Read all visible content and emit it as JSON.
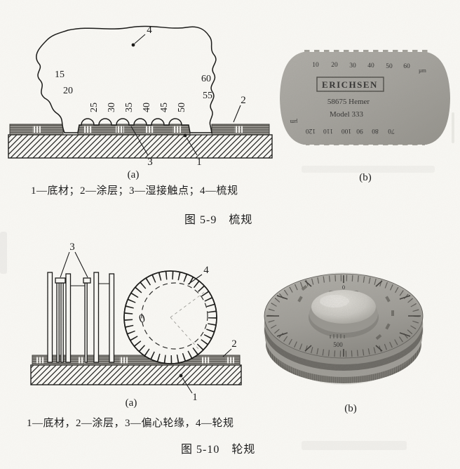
{
  "figure_5_9": {
    "panel_a_label": "(a)",
    "panel_b_label": "(b)",
    "caption": "1—底材；2—涂层；3—湿接触点；4—梳规",
    "title": "图 5-9　梳规",
    "diagram": {
      "callouts": [
        "1",
        "2",
        "3",
        "4"
      ],
      "left_scale": [
        "15",
        "20"
      ],
      "right_scale": [
        "60",
        "55"
      ],
      "teeth_scale": [
        "25",
        "30",
        "35",
        "40",
        "45",
        "50"
      ]
    },
    "photo": {
      "brand": "ERICHSEN",
      "model_line1": "58675 Hemer",
      "model_line2": "Model 333",
      "top_scale": [
        "10",
        "20",
        "30",
        "40",
        "50",
        "60"
      ],
      "top_unit": "µm",
      "bottom_scale": [
        "120",
        "110",
        "100",
        "90",
        "80",
        "70"
      ],
      "bottom_unit": "µm"
    }
  },
  "figure_5_10": {
    "panel_a_label": "(a)",
    "panel_b_label": "(b)",
    "caption": "1—底材，2—涂层，3—偏心轮缘，4—轮规",
    "title": "图 5-10　轮规",
    "diagram": {
      "callouts": [
        "1",
        "2",
        "3",
        "4"
      ],
      "dial_zero": "0"
    },
    "photo": {
      "dial_zero": "0",
      "dial_value": "500"
    }
  }
}
